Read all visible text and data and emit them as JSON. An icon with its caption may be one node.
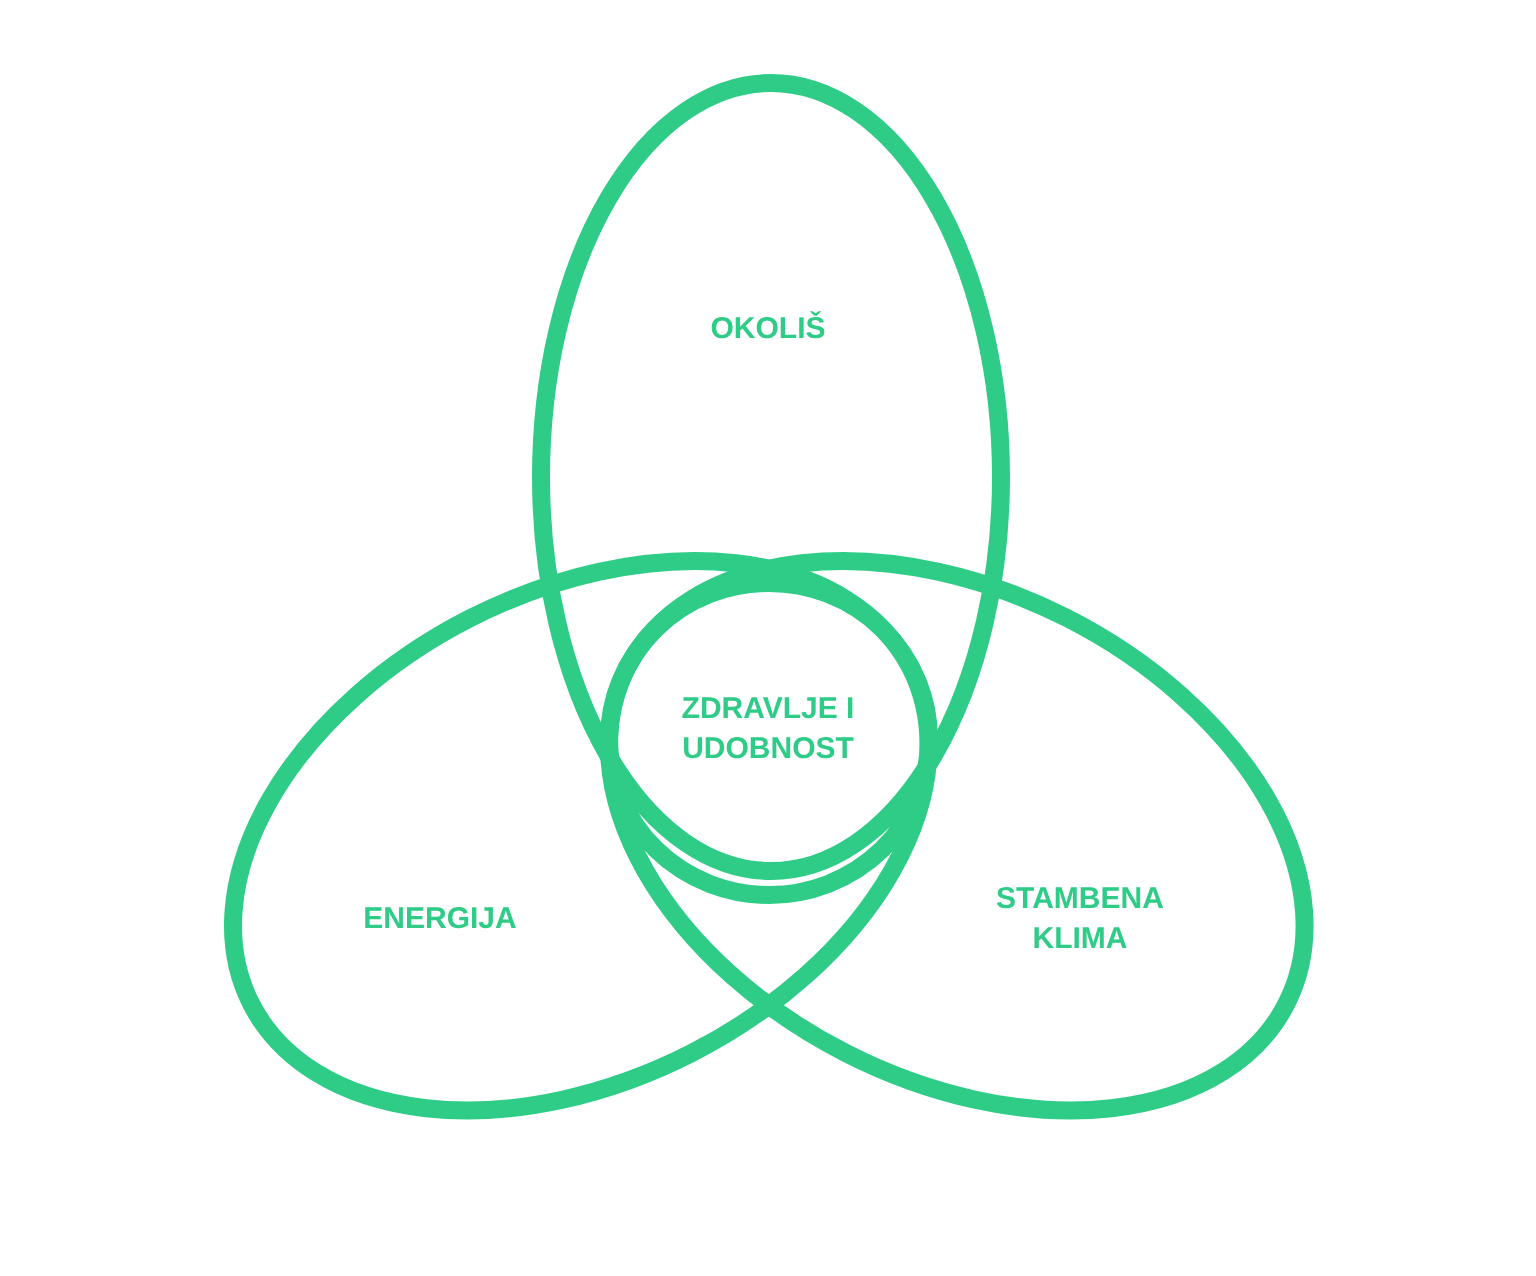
{
  "diagram": {
    "nodes": [
      {
        "text": [
          "OKOLIŠ"
        ]
      },
      {
        "text": [
          "ZDRAVLJE I UDOBNOST"
        ]
      },
      {
        "text": [
          "ENERGIJA"
        ]
      },
      {
        "text": [
          "STAMBENA KLIMA"
        ]
      }
    ]
  }
}
